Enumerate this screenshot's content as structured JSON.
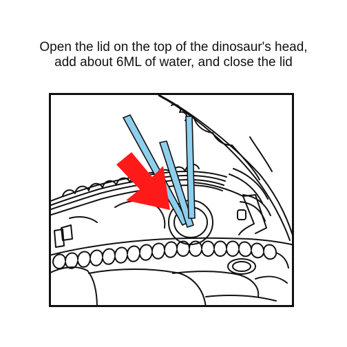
{
  "instruction": {
    "line1": "Open the lid on the top of the dinosaur's head,",
    "line2": "add about 6ML of water, and close the lid"
  },
  "illustration": {
    "subject": "dinosaur-head-line-drawing",
    "colors": {
      "outline": "#111111",
      "background": "#ffffff",
      "arrow": "#ff1a1a",
      "water_streams": "#8ecfee"
    }
  }
}
